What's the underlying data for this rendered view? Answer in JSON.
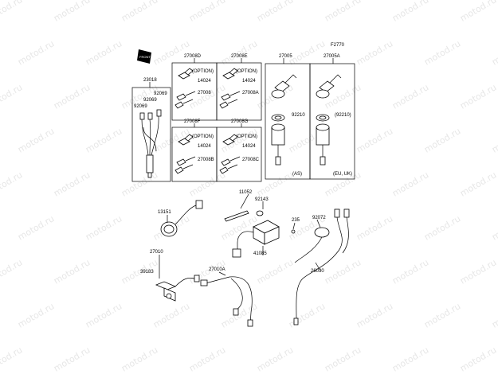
{
  "diagram": {
    "code": "F2770",
    "watermark": "motod.ru",
    "front_badge": "FRONT",
    "labels": {
      "p23018": "23018",
      "p92069a": "92069",
      "p92069b": "92069",
      "p92069c": "92069",
      "p27008d": "27008D",
      "p27008e": "27008E",
      "p27005": "27005",
      "p27005a": "27005A",
      "opt1": "(OPTION)",
      "opt2": "(OPTION)",
      "opt3": "(OPTION)",
      "opt4": "(OPTION)",
      "k1": "14024",
      "k2": "14024",
      "k3": "14024",
      "k4": "14024",
      "p27008": "27008",
      "p27008a": "27008A",
      "p27008b": "27008B",
      "p27008c": "27008C",
      "p27008f": "27008F",
      "p27008g": "27008G",
      "p92210": "92210",
      "p92210b": "(92210)",
      "as": "(AS)",
      "euuk": "(EU, UK)",
      "p11052": "11052",
      "p92143": "92143",
      "p13151": "13151",
      "p235": "235",
      "p92072": "92072",
      "p41085": "41085",
      "p27010": "27010",
      "p39183": "39183",
      "p27010a": "27010A",
      "p26030": "26030"
    }
  }
}
